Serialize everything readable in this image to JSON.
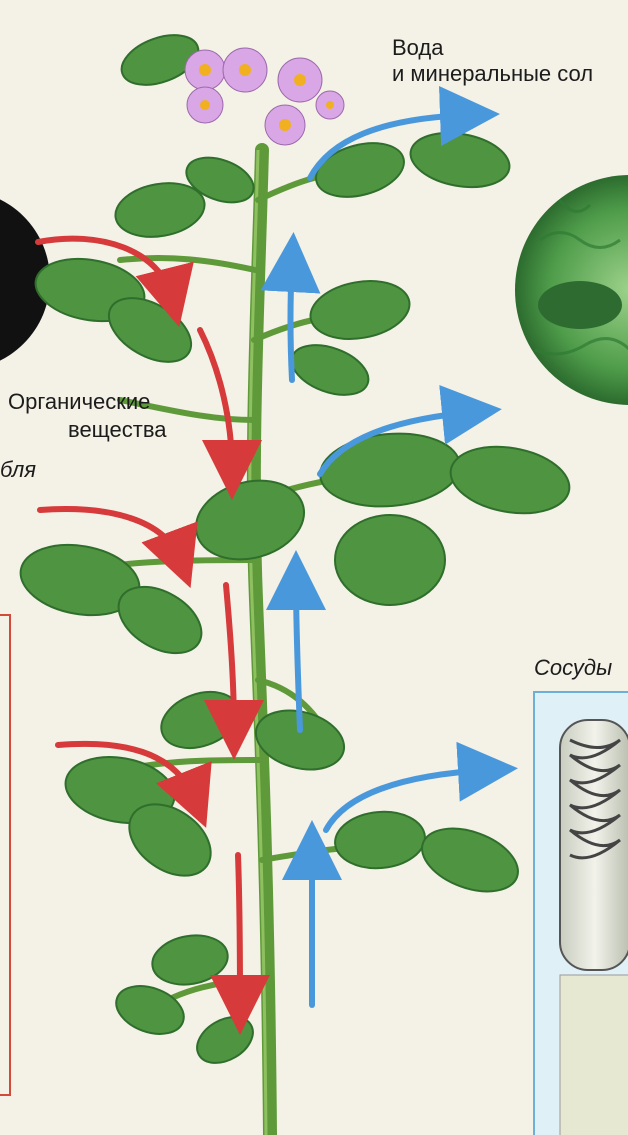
{
  "labels": {
    "water_line1": "Вода",
    "water_line2": "и минеральные сол",
    "organic_line1": "Органические",
    "organic_line2": "вещества",
    "stem_fragment": "бля",
    "vessels": "Сосуды"
  },
  "colors": {
    "background": "#f4f1e6",
    "stem": "#5f9a3a",
    "leaf": "#4f9440",
    "leaf_dark": "#2f6e2c",
    "flower": "#d9a6e6",
    "flower_center": "#f0b020",
    "organic_arrow": "#d63a3a",
    "water_arrow": "#4a98dc",
    "cell_circle": "#3e8a3e",
    "vessel_frame": "#6ab0d8",
    "box_frame": "#d44a3a"
  },
  "icons": {
    "organic_arrow": "red-arrow-icon",
    "water_arrow": "blue-arrow-icon",
    "flower": "flower-icon",
    "leaf": "leaf-icon"
  }
}
